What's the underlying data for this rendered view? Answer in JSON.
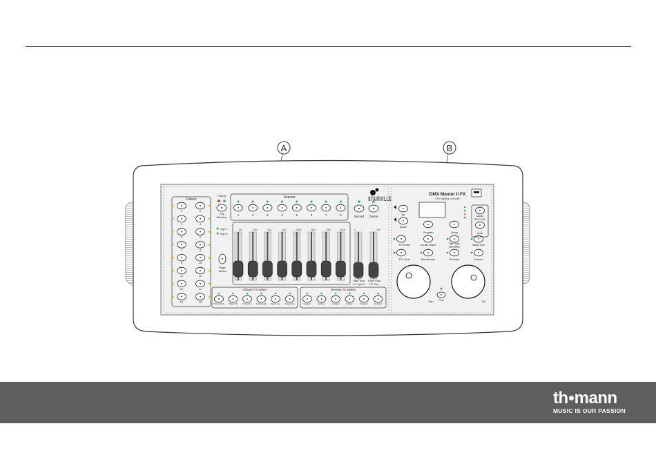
{
  "callouts": {
    "a": "A",
    "b": "B"
  },
  "device": {
    "brand": "STAIRVILLE",
    "model": "DMX Master II FX",
    "subtitle": "DMX lighting controller",
    "fixture_section": "Fixture",
    "fixture_numbers": [
      "1",
      "2",
      "3",
      "4",
      "5",
      "6",
      "7",
      "8",
      "9",
      "10",
      "11",
      "12",
      "13",
      "14",
      "15",
      "16"
    ],
    "fog": {
      "ready": "Heating",
      "ready2": "Ready",
      "button": "Fog",
      "button2": "Machine"
    },
    "scenes_title": "Scenes",
    "scene_numbers": [
      "1",
      "2",
      "3",
      "4",
      "5",
      "6",
      "7",
      "8"
    ],
    "page_a": "Page A",
    "page_b": "Page B",
    "page_select": "Page",
    "page_select2": "Select",
    "record": "Record",
    "delete": "Delete",
    "fader_numbers": [
      "1/9",
      "2/10",
      "3/11",
      "4/12",
      "5/13",
      "6/14",
      "7/15",
      "8/16"
    ],
    "wait_time": "Wait Time",
    "fx_speed": "FX Speed",
    "fade_time": "Fade Time",
    "fx_size": "FX Size",
    "scale_top": "100",
    "scale_zero": "0",
    "chaser_fx_select": "Chaser FX Select",
    "overlay_fx_select": "Overlay FX Select",
    "chaser_buttons": [
      "Pattern Circle",
      "Pattern Tilt",
      "Pattern Pan",
      "Pattern Eight",
      "Pattern Line",
      "Pattern Rect"
    ],
    "overlay_buttons": [
      "Overlay 1",
      "Overlay 2",
      "Overlay 3",
      "Overlay 4",
      "Overlay 5",
      "Overlay 6"
    ],
    "up": "Up",
    "down": "Down",
    "program": "Program",
    "setup": "Setup",
    "fx_editor": "FX Editor",
    "create_wave": "Create Wave",
    "tap_sync": "Tap Sync",
    "tap_sync2": "Manual/Bro",
    "black_out": "Black Out",
    "fx_clear": "FX Clear",
    "rendevous": "Rendevous",
    "release": "Release",
    "freeze": "Freeze",
    "music": "Music",
    "music2": "Bank Copy",
    "auto": "Auto",
    "pan": "Pan",
    "tilt": "Tilt",
    "fine": "Fine"
  },
  "footer": {
    "brand_a": "th",
    "brand_b": "mann",
    "tagline": "MUSIC IS OUR PASSION"
  }
}
